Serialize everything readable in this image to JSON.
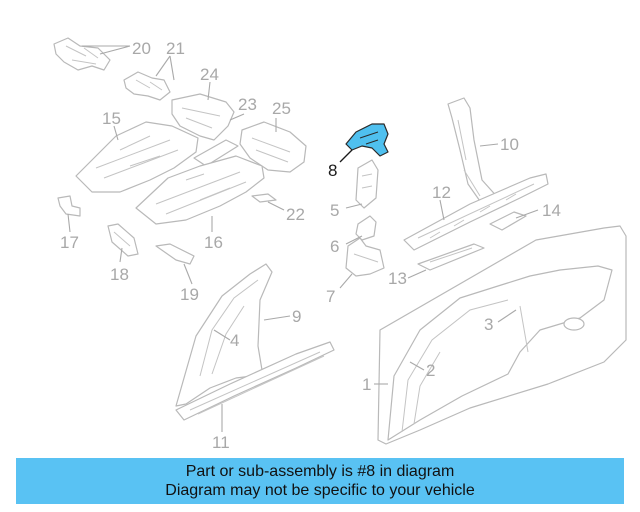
{
  "diagram": {
    "highlight_color": "#4fc0ef",
    "highlighted_callout": "8",
    "callouts": {
      "c1": "1",
      "c2": "2",
      "c3": "3",
      "c4": "4",
      "c5": "5",
      "c6": "6",
      "c7": "7",
      "c8": "8",
      "c9": "9",
      "c10": "10",
      "c11": "11",
      "c12": "12",
      "c13": "13",
      "c14": "14",
      "c15": "15",
      "c16": "16",
      "c17": "17",
      "c18": "18",
      "c19": "19",
      "c20": "20",
      "c21": "21",
      "c22": "22",
      "c23": "23",
      "c24": "24",
      "c25": "25"
    }
  },
  "banner": {
    "background": "#59c2f3",
    "line1": "Part or sub-assembly is #8 in diagram",
    "line2": "Diagram may not be specific to your vehicle"
  }
}
